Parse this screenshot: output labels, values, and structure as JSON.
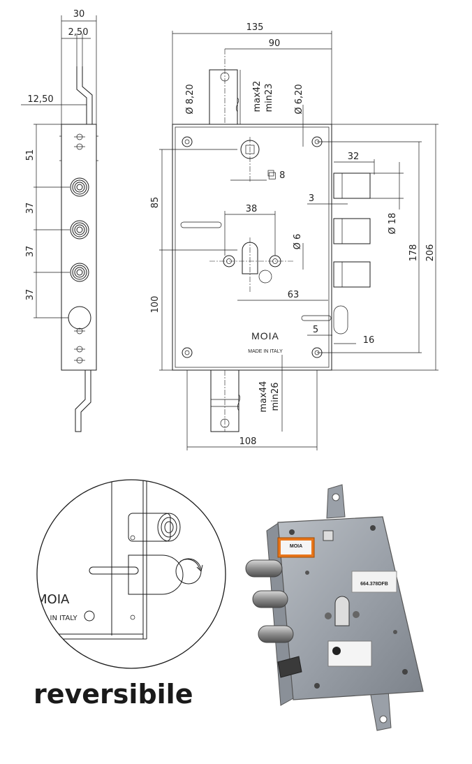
{
  "dimensions": {
    "side_width": "30",
    "side_offset": "2,50",
    "side_left": "12,50",
    "spacing_51": "51",
    "spacing_37a": "37",
    "spacing_37b": "37",
    "spacing_37c": "37",
    "width_135": "135",
    "width_90": "90",
    "hole_8_20": "Ø 8,20",
    "max42": "max42",
    "min23": "min23",
    "hole_6_20": "Ø 6,20",
    "bolt_32": "32",
    "square_8": "□ 8",
    "height_85": "85",
    "gap_3": "3",
    "bolt_18": "Ø 18",
    "spacing_38": "38",
    "hole_6": "Ø 6",
    "height_178": "178",
    "height_206": "206",
    "height_100": "100",
    "spacing_63": "63",
    "offset_5": "5",
    "offset_16": "16",
    "max44": "max44",
    "min26": "min26",
    "width_108": "108"
  },
  "lock_face": {
    "brand": "MOIA",
    "made_in": "MADE IN ITALY"
  },
  "detail": {
    "brand": "MOIA",
    "made_in": "E IN ITALY"
  },
  "photo": {
    "badge_brand": "MOIA",
    "label_code": "664.378DFB"
  },
  "caption": "reversibile"
}
